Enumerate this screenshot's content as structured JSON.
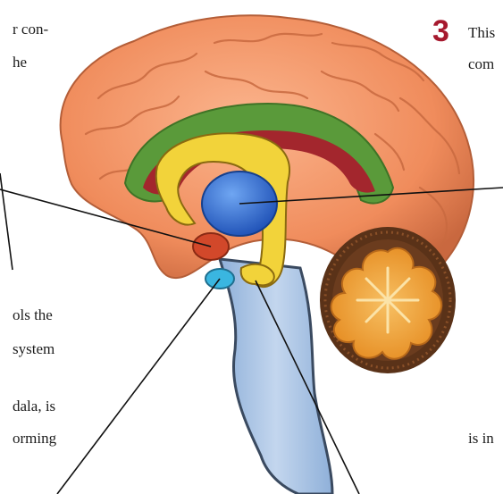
{
  "step_number": "3",
  "left_text": {
    "line1": "r con-",
    "line2": "he",
    "line3": "ols the",
    "line4": "system",
    "line5": "dala, is",
    "line6": "orming"
  },
  "right_text": {
    "line1": "This",
    "line2": "com",
    "line3": "is in"
  },
  "colors": {
    "accent": "#a6192e",
    "cortex": "#f08c5c",
    "cingulate": "#5a9a3a",
    "fornix": "#f2d33a",
    "thalamus": "#2f6fd6",
    "amygdala": "#d2482a",
    "hypothalamus": "#3ab6e0",
    "brainstem": "#a9c4e6",
    "cerebellum": "#f3a43c"
  }
}
